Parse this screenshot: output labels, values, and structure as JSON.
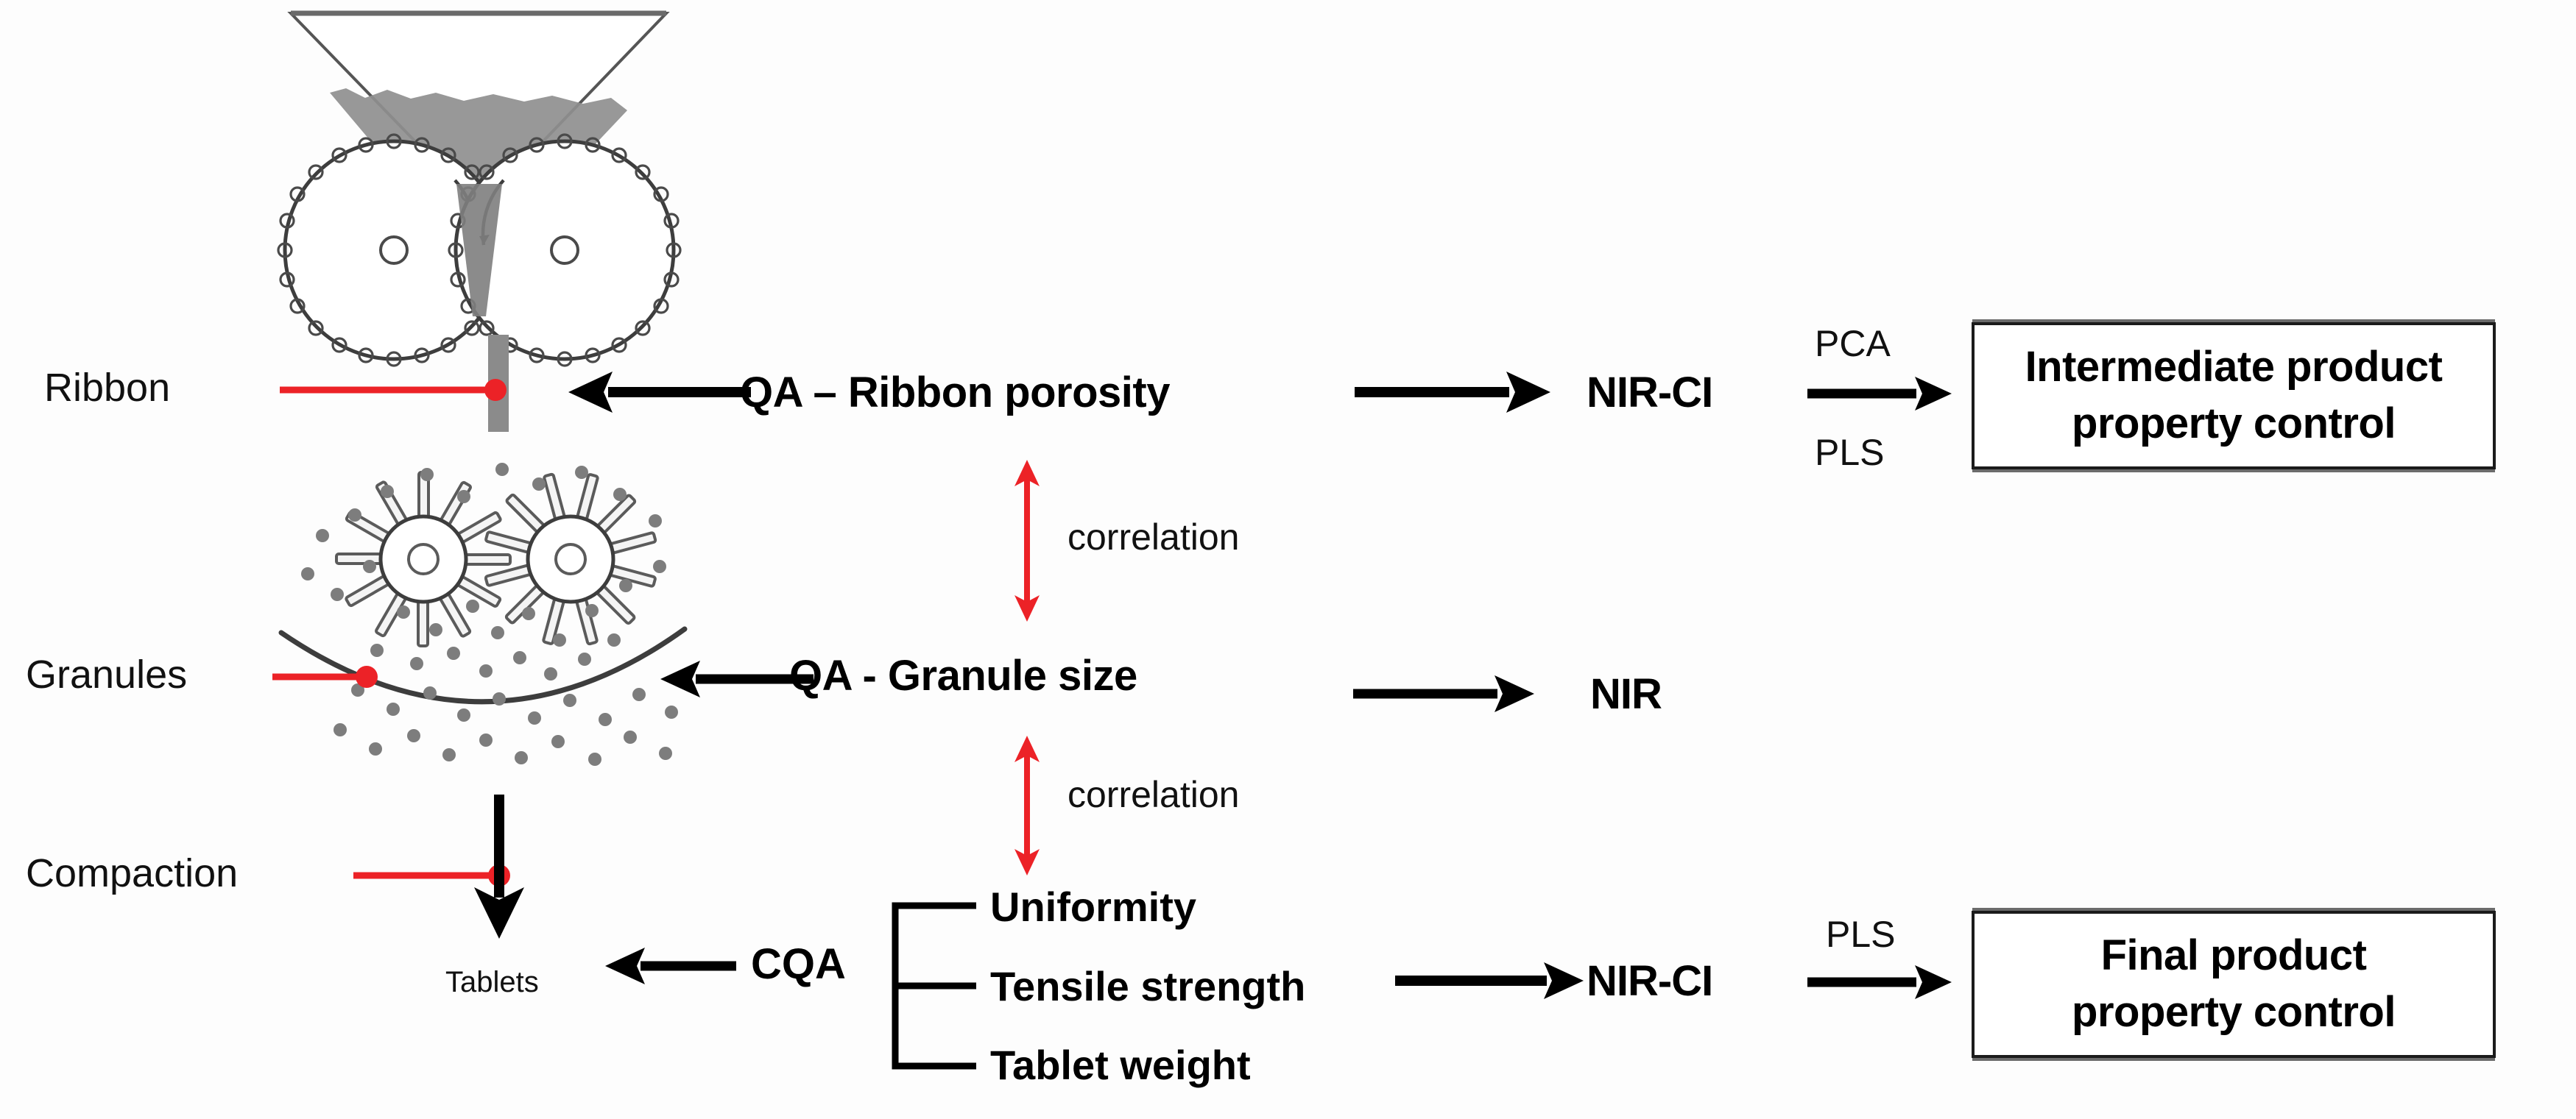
{
  "diagram": {
    "title": "Roller compaction process analytical technology control scheme",
    "colors": {
      "accent_red": "#ec2227",
      "line_black": "#000000",
      "illustration_gray": "#6e6e6e",
      "powder_gray": "#8a8a8a",
      "background": "#fdfdfd"
    }
  },
  "process_labels": [
    {
      "id": "ribbon",
      "text": "Ribbon"
    },
    {
      "id": "granules",
      "text": "Granules"
    },
    {
      "id": "compaction",
      "text": "Compaction"
    },
    {
      "id": "tablets",
      "text": "Tablets"
    }
  ],
  "rows": {
    "top": {
      "attribute": "QA – Ribbon porosity",
      "technique": "NIR-CI",
      "methods": [
        "PCA",
        "PLS"
      ],
      "outcome_line1": "Intermediate product",
      "outcome_line2": "property control"
    },
    "middle": {
      "attribute": "QA - Granule size",
      "technique": "NIR"
    },
    "bottom": {
      "group_label": "CQA",
      "items": [
        "Uniformity",
        "Tensile strength",
        "Tablet weight"
      ],
      "technique": "NIR-CI",
      "methods": [
        "PLS"
      ],
      "outcome_line1": "Final product",
      "outcome_line2": "property control"
    }
  },
  "correlations": [
    {
      "id": "corr-top",
      "text": "correlation"
    },
    {
      "id": "corr-bottom",
      "text": "correlation"
    }
  ],
  "icons": {
    "hopper": "hopper-icon",
    "rollers": "roller-compactor-icon",
    "ribbon_strip": "ribbon-strip-icon",
    "mill": "granulator-mill-icon",
    "granule_particles": "granule-particles-icon",
    "arrow_left": "arrow-left-icon",
    "arrow_right": "arrow-right-icon",
    "arrow_down": "arrow-down-icon",
    "double_arrow_vertical": "double-arrow-vertical-icon",
    "leader_line": "leader-line-icon",
    "brace": "brace-bracket-icon"
  }
}
